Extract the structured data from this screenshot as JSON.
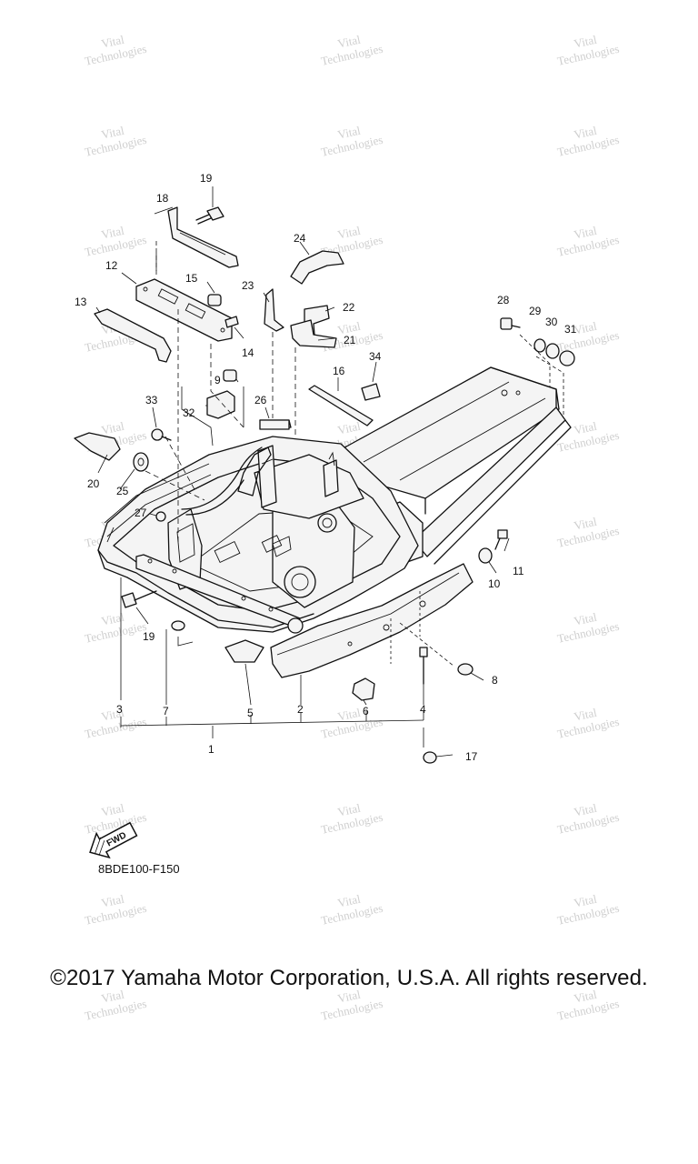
{
  "diagram_code": "8BDE100-F150",
  "copyright": "©2017 Yamaha Motor Corporation, U.S.A. All rights reserved.",
  "fwd_label": "FWD",
  "watermark": {
    "line1": "Vital",
    "line2": "Technologies"
  },
  "callouts": [
    {
      "id": "c1",
      "label": "1"
    },
    {
      "id": "c2",
      "label": "2"
    },
    {
      "id": "c3",
      "label": "3"
    },
    {
      "id": "c4",
      "label": "4"
    },
    {
      "id": "c5",
      "label": "5"
    },
    {
      "id": "c6",
      "label": "6"
    },
    {
      "id": "c7",
      "label": "7"
    },
    {
      "id": "c8",
      "label": "8"
    },
    {
      "id": "c9",
      "label": "9"
    },
    {
      "id": "c10",
      "label": "10"
    },
    {
      "id": "c11",
      "label": "11"
    },
    {
      "id": "c12",
      "label": "12"
    },
    {
      "id": "c13",
      "label": "13"
    },
    {
      "id": "c14",
      "label": "14"
    },
    {
      "id": "c15",
      "label": "15"
    },
    {
      "id": "c16",
      "label": "16"
    },
    {
      "id": "c17",
      "label": "17"
    },
    {
      "id": "c18",
      "label": "18"
    },
    {
      "id": "c19a",
      "label": "19"
    },
    {
      "id": "c19b",
      "label": "19"
    },
    {
      "id": "c20",
      "label": "20"
    },
    {
      "id": "c21",
      "label": "21"
    },
    {
      "id": "c22",
      "label": "22"
    },
    {
      "id": "c23",
      "label": "23"
    },
    {
      "id": "c24",
      "label": "24"
    },
    {
      "id": "c25",
      "label": "25"
    },
    {
      "id": "c26",
      "label": "26"
    },
    {
      "id": "c27",
      "label": "27"
    },
    {
      "id": "c28",
      "label": "28"
    },
    {
      "id": "c29",
      "label": "29"
    },
    {
      "id": "c30",
      "label": "30"
    },
    {
      "id": "c31",
      "label": "31"
    },
    {
      "id": "c32",
      "label": "32"
    },
    {
      "id": "c33",
      "label": "33"
    },
    {
      "id": "c34",
      "label": "34"
    }
  ]
}
